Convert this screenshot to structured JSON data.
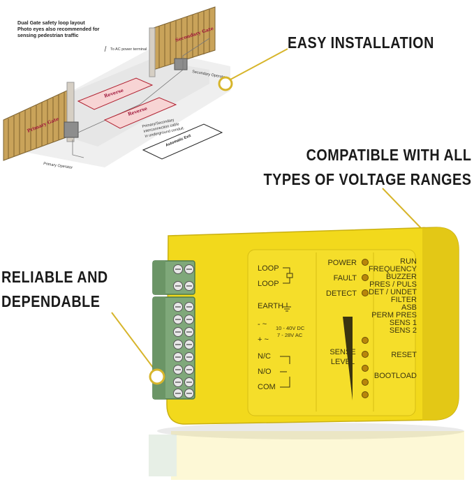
{
  "diagram": {
    "title_lines": [
      "Dual Gate safety loop layout",
      "Photo eyes also recommended  for",
      "sensing pedestrian traffic"
    ],
    "ac_terminal": "To AC power terminal",
    "secondary_gate": "Secondary Gate",
    "primary_gate": "Primary Gate",
    "secondary_operator": "Secondary Operator",
    "primary_operator": "Primary Operator",
    "reverse_1": "Reverse",
    "reverse_2": "Reverse",
    "interconnection_lines": [
      "Primary/Secondary",
      "interconnection cable",
      "in underground conduit."
    ],
    "automatic_exit": "Automatic Exit"
  },
  "callouts": {
    "easy_installation": "EASY INSTALLATION",
    "compatible": [
      "COMPATIBLE WITH ALL",
      "TYPES OF VOLTAGE RANGES"
    ],
    "reliable": [
      "RELIABLE AND",
      "DEPENDABLE"
    ]
  },
  "device": {
    "left_labels": {
      "loop1": "LOOP",
      "loop2": "LOOP",
      "earth": "EARTH",
      "ac_sym": "- ~",
      "dc_sym": "+ ~",
      "voltage_dc": "10 - 40V DC",
      "voltage_ac": "7 - 28V AC",
      "nc": "N/C",
      "no": "N/O",
      "com": "COM"
    },
    "led_labels": {
      "power": "POWER",
      "fault": "FAULT",
      "detect": "DETECT",
      "sense_level_1": "SENSE",
      "sense_level_2": "LEVEL"
    },
    "right_labels": {
      "run": "RUN",
      "frequency": "FREQUENCY",
      "buzzer": "BUZZER",
      "pres_puls": "PRES / PULS",
      "det_undet": "DET / UNDET",
      "filter": "FILTER",
      "asb": "ASB",
      "perm_pres": "PERM PRES",
      "sens1": "SENS 1",
      "sens2": "SENS 2",
      "reset": "RESET",
      "bootload": "BOOTLOAD"
    }
  },
  "colors": {
    "housing_yellow": "#f2d91c",
    "callout_gold": "#d7b52b",
    "terminal_green": "#7fa87a",
    "text_dark": "#1a1a1a"
  }
}
